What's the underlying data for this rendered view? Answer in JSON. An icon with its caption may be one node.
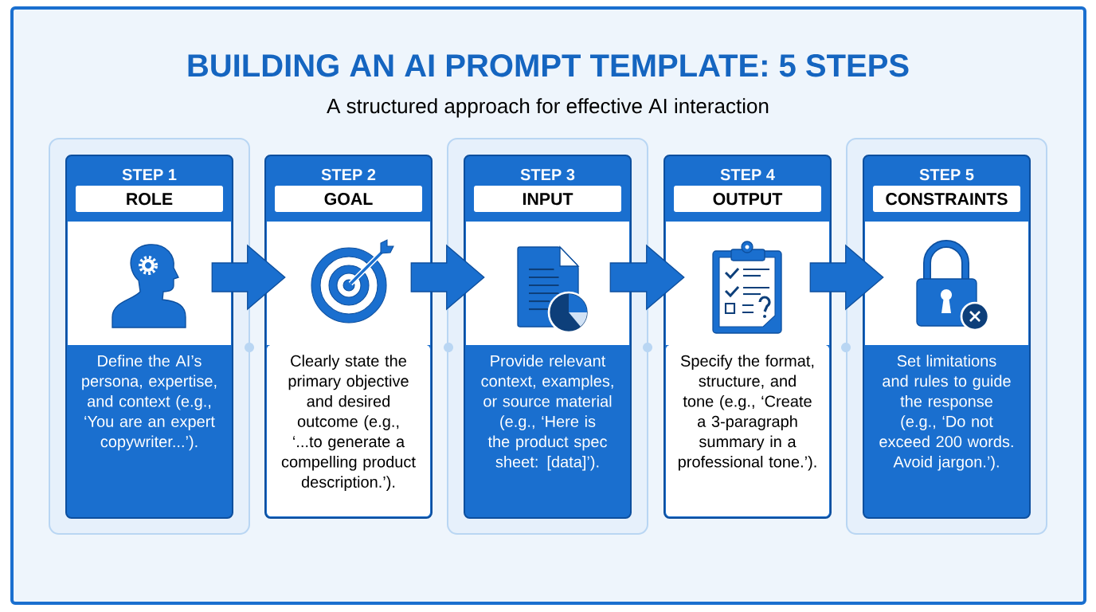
{
  "diagram": {
    "title": "BUILDING AN AI PROMPT TEMPLATE: 5 STEPS",
    "nodes": [
      {
        "text": [
          "STEP 1",
          "ROLE",
          "Define the AI’s persona, expertise, and context (e.g., ‘You are an expert copywriter...’)."
        ]
      },
      {
        "text": [
          "STEP 2",
          "GOAL",
          "Clearly state the primary objective and desired outcome (e.g., ‘...to generate a compelling product description.’)."
        ]
      },
      {
        "text": [
          "STEP 3",
          "INPUT",
          "Provide relevant context, examples, or source material (e.g., ‘Here is the product spec sheet: [data]’)."
        ]
      },
      {
        "text": [
          "STEP 4",
          "OUTPUT",
          "Specify the format, structure, and tone (e.g., ‘Create a 3-paragraph summary in a professional tone.’)."
        ]
      },
      {
        "text": [
          "STEP 5",
          "CONSTRAINTS",
          "Set limitations and rules to guide the response (e.g., ‘Do not exceed 200 words. Avoid jargon.’)."
        ]
      }
    ],
    "edges": [
      {
        "from": 0,
        "to": 1,
        "arrow": "to"
      },
      {
        "from": 1,
        "to": 2,
        "arrow": "to"
      },
      {
        "from": 2,
        "to": 3,
        "arrow": "to"
      },
      {
        "from": 3,
        "to": 4,
        "arrow": "to"
      }
    ],
    "labels": [
      "A structured approach for effective AI interaction"
    ]
  }
}
